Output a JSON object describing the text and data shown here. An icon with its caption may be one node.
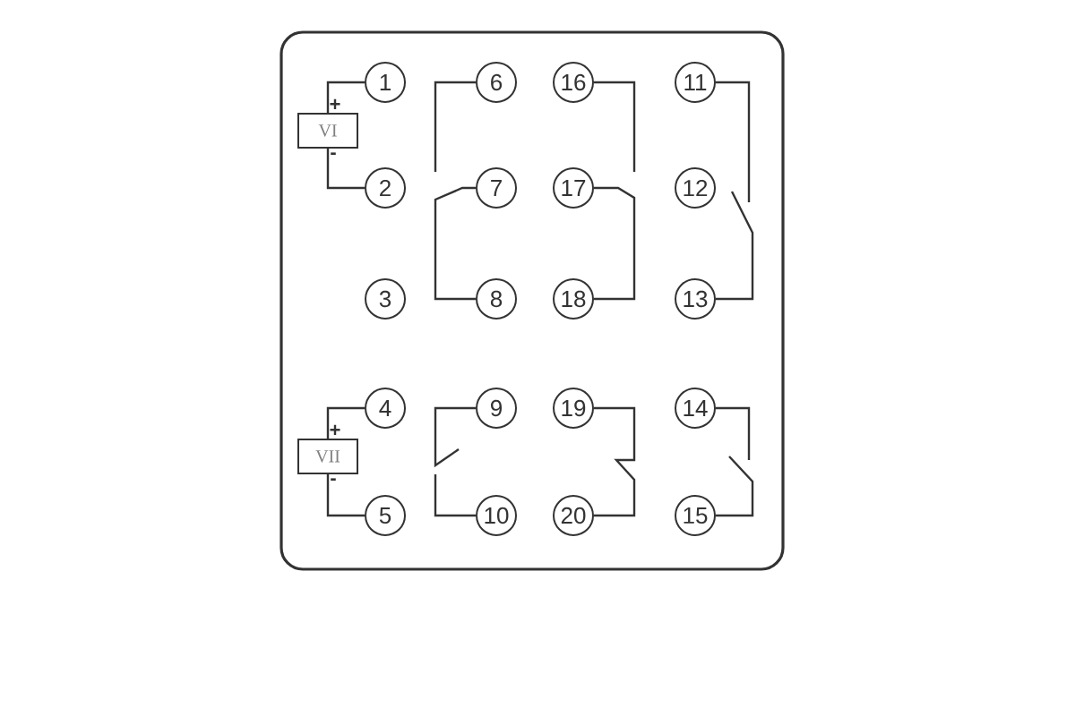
{
  "diagram": {
    "nodes": [
      {
        "text": [],
        "shape": "box"
      },
      {
        "text": [
          "VI"
        ],
        "beside": [
          "+",
          "-"
        ],
        "in": 0
      },
      {
        "text": [
          "VII"
        ],
        "beside": [
          "+",
          "-"
        ],
        "in": 0
      },
      {
        "text": [
          "1"
        ],
        "in": 0
      },
      {
        "text": [
          "2"
        ],
        "in": 0
      },
      {
        "text": [
          "3"
        ],
        "in": 0
      },
      {
        "text": [
          "4"
        ],
        "in": 0
      },
      {
        "text": [
          "5"
        ],
        "in": 0
      },
      {
        "text": [
          "6"
        ],
        "in": 0
      },
      {
        "text": [
          "7"
        ],
        "in": 0
      },
      {
        "text": [
          "8"
        ],
        "in": 0
      },
      {
        "text": [
          "9"
        ],
        "in": 0
      },
      {
        "text": [
          "10"
        ],
        "in": 0
      },
      {
        "text": [
          "11"
        ],
        "in": 0
      },
      {
        "text": [
          "12"
        ],
        "in": 0
      },
      {
        "text": [
          "13"
        ],
        "in": 0
      },
      {
        "text": [
          "14"
        ],
        "in": 0
      },
      {
        "text": [
          "15"
        ],
        "in": 0
      },
      {
        "text": [
          "16"
        ],
        "in": 0
      },
      {
        "text": [
          "17"
        ],
        "in": 0
      },
      {
        "text": [
          "18"
        ],
        "in": 0
      },
      {
        "text": [
          "19"
        ],
        "in": 0
      },
      {
        "text": [
          "20"
        ],
        "in": 0
      }
    ],
    "edges": [
      {
        "from": 3,
        "to": 1,
        "arrow": "none"
      },
      {
        "from": 1,
        "to": 4,
        "arrow": "none"
      },
      {
        "from": 6,
        "to": 2,
        "arrow": "none"
      },
      {
        "from": 2,
        "to": 7,
        "arrow": "none"
      },
      {
        "from": 8,
        "to": null,
        "arrow": "none"
      },
      {
        "from": 9,
        "to": 10,
        "arrow": "none"
      },
      {
        "from": 18,
        "to": null,
        "arrow": "none"
      },
      {
        "from": 19,
        "to": 20,
        "arrow": "none"
      },
      {
        "from": 13,
        "to": null,
        "arrow": "none"
      },
      {
        "from": 15,
        "to": 14,
        "arrow": "none"
      },
      {
        "from": 11,
        "to": null,
        "arrow": "none"
      },
      {
        "from": 12,
        "to": null,
        "arrow": "none"
      },
      {
        "from": 21,
        "to": 22,
        "arrow": "none"
      },
      {
        "from": 16,
        "to": null,
        "arrow": "none"
      },
      {
        "from": 17,
        "to": null,
        "arrow": "none"
      }
    ]
  }
}
